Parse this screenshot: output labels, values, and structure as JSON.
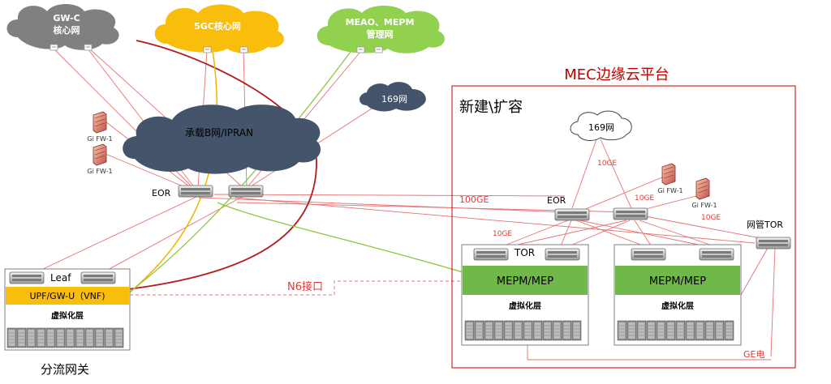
{
  "clouds": {
    "gwc_line1": "GW-C",
    "gwc_line2": "核心网",
    "fivegc": "5GC核心网",
    "meao_line1": "MEAO、MEPM",
    "meao_line2": "管理网",
    "cloud169": "169网",
    "bearer": "承载B网/IPRAN",
    "mec169": "169网"
  },
  "left": {
    "fw_label_1": "Gi FW-1",
    "fw_label_2": "Gi FW-1",
    "eor_label": "EOR",
    "leaf_label": "Leaf",
    "upf_label": "UPF/GW-U（VNF)",
    "virt_label": "虚拟化层",
    "caption": "分流网关"
  },
  "links": {
    "label_100ge": "100GE",
    "label_n6": "N6接口",
    "label_10ge_a": "10GE",
    "label_10ge_b": "10GE",
    "label_10ge_c": "10GE",
    "label_10ge_d": "10GE",
    "label_ge": "GE电"
  },
  "mec": {
    "title": "MEC边缘云平台",
    "subtitle": "新建\\扩容",
    "eor_label": "EOR",
    "fw_label_1": "Gi FW-1",
    "fw_label_2": "Gi FW-1",
    "mgmt_tor_label": "网管TOR",
    "tor_label": "TOR",
    "mepm_1": "MEPM/MEP",
    "mepm_2": "MEPM/MEP",
    "virt_1": "虚拟化层",
    "virt_2": "虚拟化层"
  },
  "colors": {
    "thin_link": "#e57373",
    "dark_red": "#b01c1c",
    "orange_link": "#f0b400",
    "green_link": "#8cc63f",
    "yellow_cloud": "#f9bd0b",
    "green_cloud": "#92d050",
    "gray_cloud": "#808080",
    "navy_cloud": "#44546a",
    "mec_border": "#c00000"
  }
}
